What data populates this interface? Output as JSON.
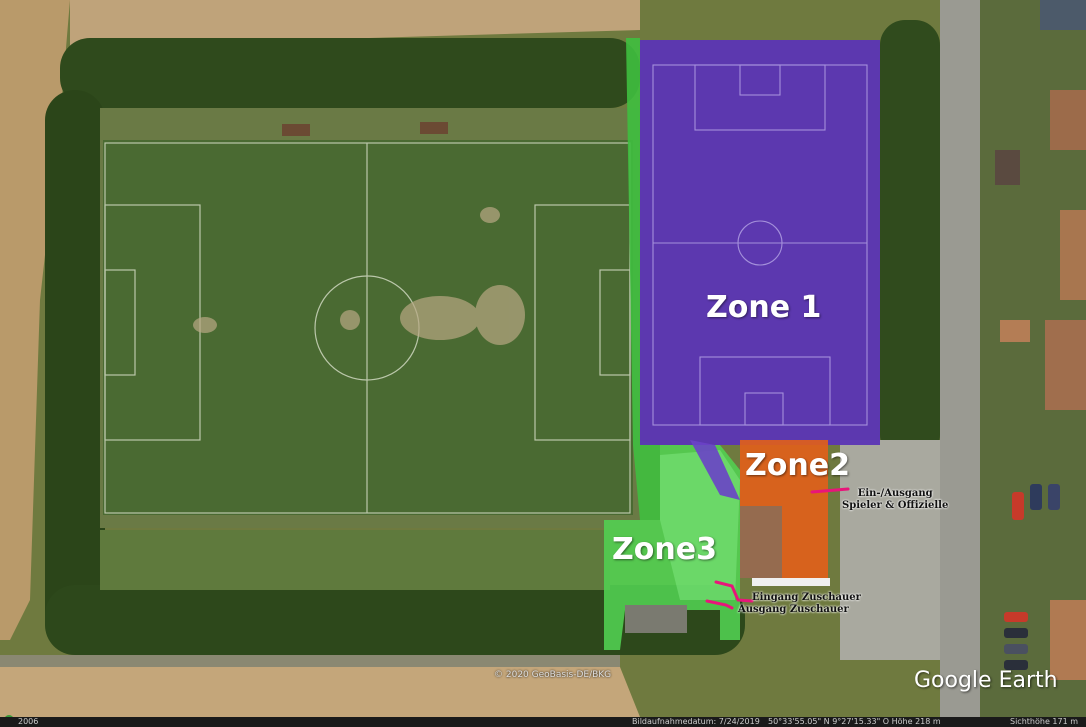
{
  "zones": [
    {
      "label": "Zone 1",
      "color": "#5b35b5"
    },
    {
      "label": "Zone2",
      "color": "#e0601a"
    },
    {
      "label": "Zone3",
      "color": "#4fd14f"
    }
  ],
  "annotations": {
    "players_entrance": "Ein-/Ausgang\nSpieler & Offizielle",
    "spectator_entrance": "Eingang Zuschauer",
    "spectator_exit": "Ausgang Zuschauer",
    "marker_color": "#e8157a"
  },
  "copyright": "© 2020 GeoBasis-DE/BKG",
  "brand": "Google Earth",
  "status_bar": {
    "year": "2006",
    "capture_date": "Bildaufnahmedatum: 7/24/2019",
    "coords": "50°33'55.05\" N   9°27'15.33\" O   Höhe   218 m",
    "eye_alt": "Sichthöhe   171 m"
  }
}
